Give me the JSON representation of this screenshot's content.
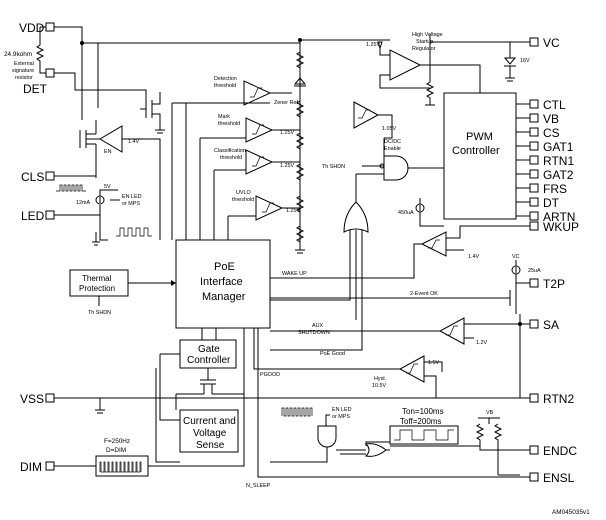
{
  "pins": {
    "vdd": "VDD",
    "det": "DET",
    "cls": "CLS",
    "led": "LED",
    "vss": "VSS",
    "dim": "DIM",
    "vc": "VC",
    "ctl": "CTL",
    "vb": "VB",
    "cs": "CS",
    "gat1": "GAT1",
    "rtn1": "RTN1",
    "gat2": "GAT2",
    "frs": "FRS",
    "dt": "DT",
    "artn": "ARTN",
    "wkup": "WKUP",
    "t2p": "T2P",
    "sa": "SA",
    "rtn2": "RTN2",
    "endc": "ENDC",
    "ensl": "ENSL"
  },
  "blocks": {
    "poe": [
      "PoE",
      "Interface",
      "Manager"
    ],
    "pwm": [
      "PWM",
      "Controller"
    ],
    "thermal": [
      "Thermal",
      "Protection"
    ],
    "gate": [
      "Gate",
      "Controller"
    ],
    "sense": [
      "Current and",
      "Voltage",
      "Sense"
    ]
  },
  "labels": {
    "resistor": [
      "24.9kohm",
      "External",
      "signature",
      "resistor"
    ],
    "detection": [
      "Detection",
      "threshold"
    ],
    "zener": "Zener Ref",
    "mark": [
      "Mark",
      "threshold"
    ],
    "classification": [
      "Classification",
      "threshold"
    ],
    "uvlo": [
      "UVLO",
      "threshold"
    ],
    "hv_reg": [
      "High Voltage",
      "Startup",
      "Regulator"
    ],
    "v125_top": "1.25V",
    "v105": "1.05V",
    "v16": "16V",
    "v14_cls": "1.4V",
    "v125_mark": "1.25V",
    "v125_cls": "1.25V",
    "v125_uvlo": "1.25V",
    "th_shdn_pwm": "Th SHDN",
    "dcdc": [
      "DC/DC",
      "Enable"
    ],
    "ua450": "450uA",
    "v14_wkup": "1.4V",
    "wake_up": "WAKE UP",
    "two_event": "2-Event OK",
    "aux": [
      "AUX",
      "SHUTDOWN"
    ],
    "poe_good": "PoE Good",
    "pgood": "PGOOD",
    "v12": "1.2V",
    "v15": "1.5V",
    "hyst": [
      "Hyst.",
      "10.5V"
    ],
    "vc_small": "VC",
    "ua25": "25uA",
    "v5": "5V",
    "ma12": "12mA",
    "en_led_top": [
      "EN LED",
      "or MPS"
    ],
    "en_led_bottom": [
      "EN LED",
      "or MPS"
    ],
    "en": "EN",
    "th_shdn_thermal": "Th SHDN",
    "ton": "Ton=100ms",
    "toff": "Toff=200ms",
    "vb_small": "VB",
    "pwm_freq": [
      "F=250Hz",
      "D=DIM"
    ],
    "n_sleep": "N_SLEEP",
    "doc_id": "AM045035v1"
  }
}
